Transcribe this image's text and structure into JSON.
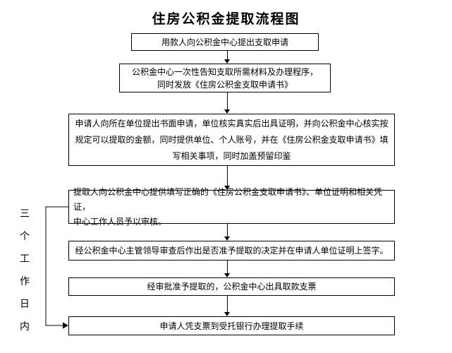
{
  "title": "住房公积金提取流程图",
  "flow": {
    "steps": [
      {
        "text": "用款人向公积金中心提出支取申请"
      },
      {
        "text": "公积金中心一次性告知支取所需材料及办理程序，\n同时发放《住房公积金支取申请书》"
      },
      {
        "text": "申请人向所在单位提出书面申请，单位核实真实后出具证明，并向公积金中心核实按\n规定可以提取的金额，同时提供单位、个人账号，并在《住房公积金支取申请书》填\n写相关事项，同时加盖预留印鉴"
      },
      {
        "text": "提取人向公积金中心提供填写正确的《住房公积金支取申请书》、单位证明和相关凭证，\n中心工作人员予以审核。"
      },
      {
        "text": "经公积金中心主管领导审查后作出是否准予提取的决定并在申请人单位证明上签字。"
      },
      {
        "text": "经审批准予提取的，公积金中心出具取款支票"
      },
      {
        "text": "申请人凭支票到受托银行办理提取手续"
      }
    ]
  },
  "side_note": {
    "label": "三个工作日内",
    "chars": [
      "三",
      "个",
      "工",
      "作",
      "日",
      "内"
    ]
  }
}
